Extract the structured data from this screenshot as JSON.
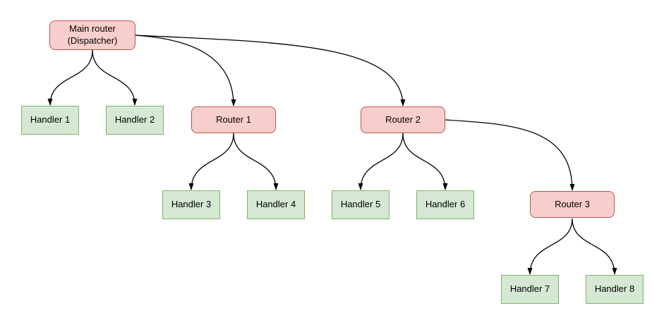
{
  "diagram": {
    "colors": {
      "background": "#ffffff",
      "router_fill": "#f8cecc",
      "router_border": "#b85450",
      "handler_fill": "#d5e8d4",
      "handler_border": "#82b366",
      "edge_color": "#000000"
    },
    "nodes": {
      "main": {
        "line1": "Main router",
        "line2": "(Dispatcher)",
        "type": "router"
      },
      "router1": {
        "label": "Router 1",
        "type": "router"
      },
      "router2": {
        "label": "Router 2",
        "type": "router"
      },
      "router3": {
        "label": "Router 3",
        "type": "router"
      },
      "handler1": {
        "label": "Handler 1",
        "type": "handler"
      },
      "handler2": {
        "label": "Handler 2",
        "type": "handler"
      },
      "handler3": {
        "label": "Handler 3",
        "type": "handler"
      },
      "handler4": {
        "label": "Handler 4",
        "type": "handler"
      },
      "handler5": {
        "label": "Handler 5",
        "type": "handler"
      },
      "handler6": {
        "label": "Handler 6",
        "type": "handler"
      },
      "handler7": {
        "label": "Handler 7",
        "type": "handler"
      },
      "handler8": {
        "label": "Handler 8",
        "type": "handler"
      }
    },
    "edges": [
      {
        "from": "Main router (Dispatcher)",
        "to": "Handler 1"
      },
      {
        "from": "Main router (Dispatcher)",
        "to": "Handler 2"
      },
      {
        "from": "Main router (Dispatcher)",
        "to": "Router 1"
      },
      {
        "from": "Main router (Dispatcher)",
        "to": "Router 2"
      },
      {
        "from": "Router 1",
        "to": "Handler 3"
      },
      {
        "from": "Router 1",
        "to": "Handler 4"
      },
      {
        "from": "Router 2",
        "to": "Handler 5"
      },
      {
        "from": "Router 2",
        "to": "Handler 6"
      },
      {
        "from": "Router 2",
        "to": "Router 3"
      },
      {
        "from": "Router 3",
        "to": "Handler 7"
      },
      {
        "from": "Router 3",
        "to": "Handler 8"
      }
    ]
  }
}
